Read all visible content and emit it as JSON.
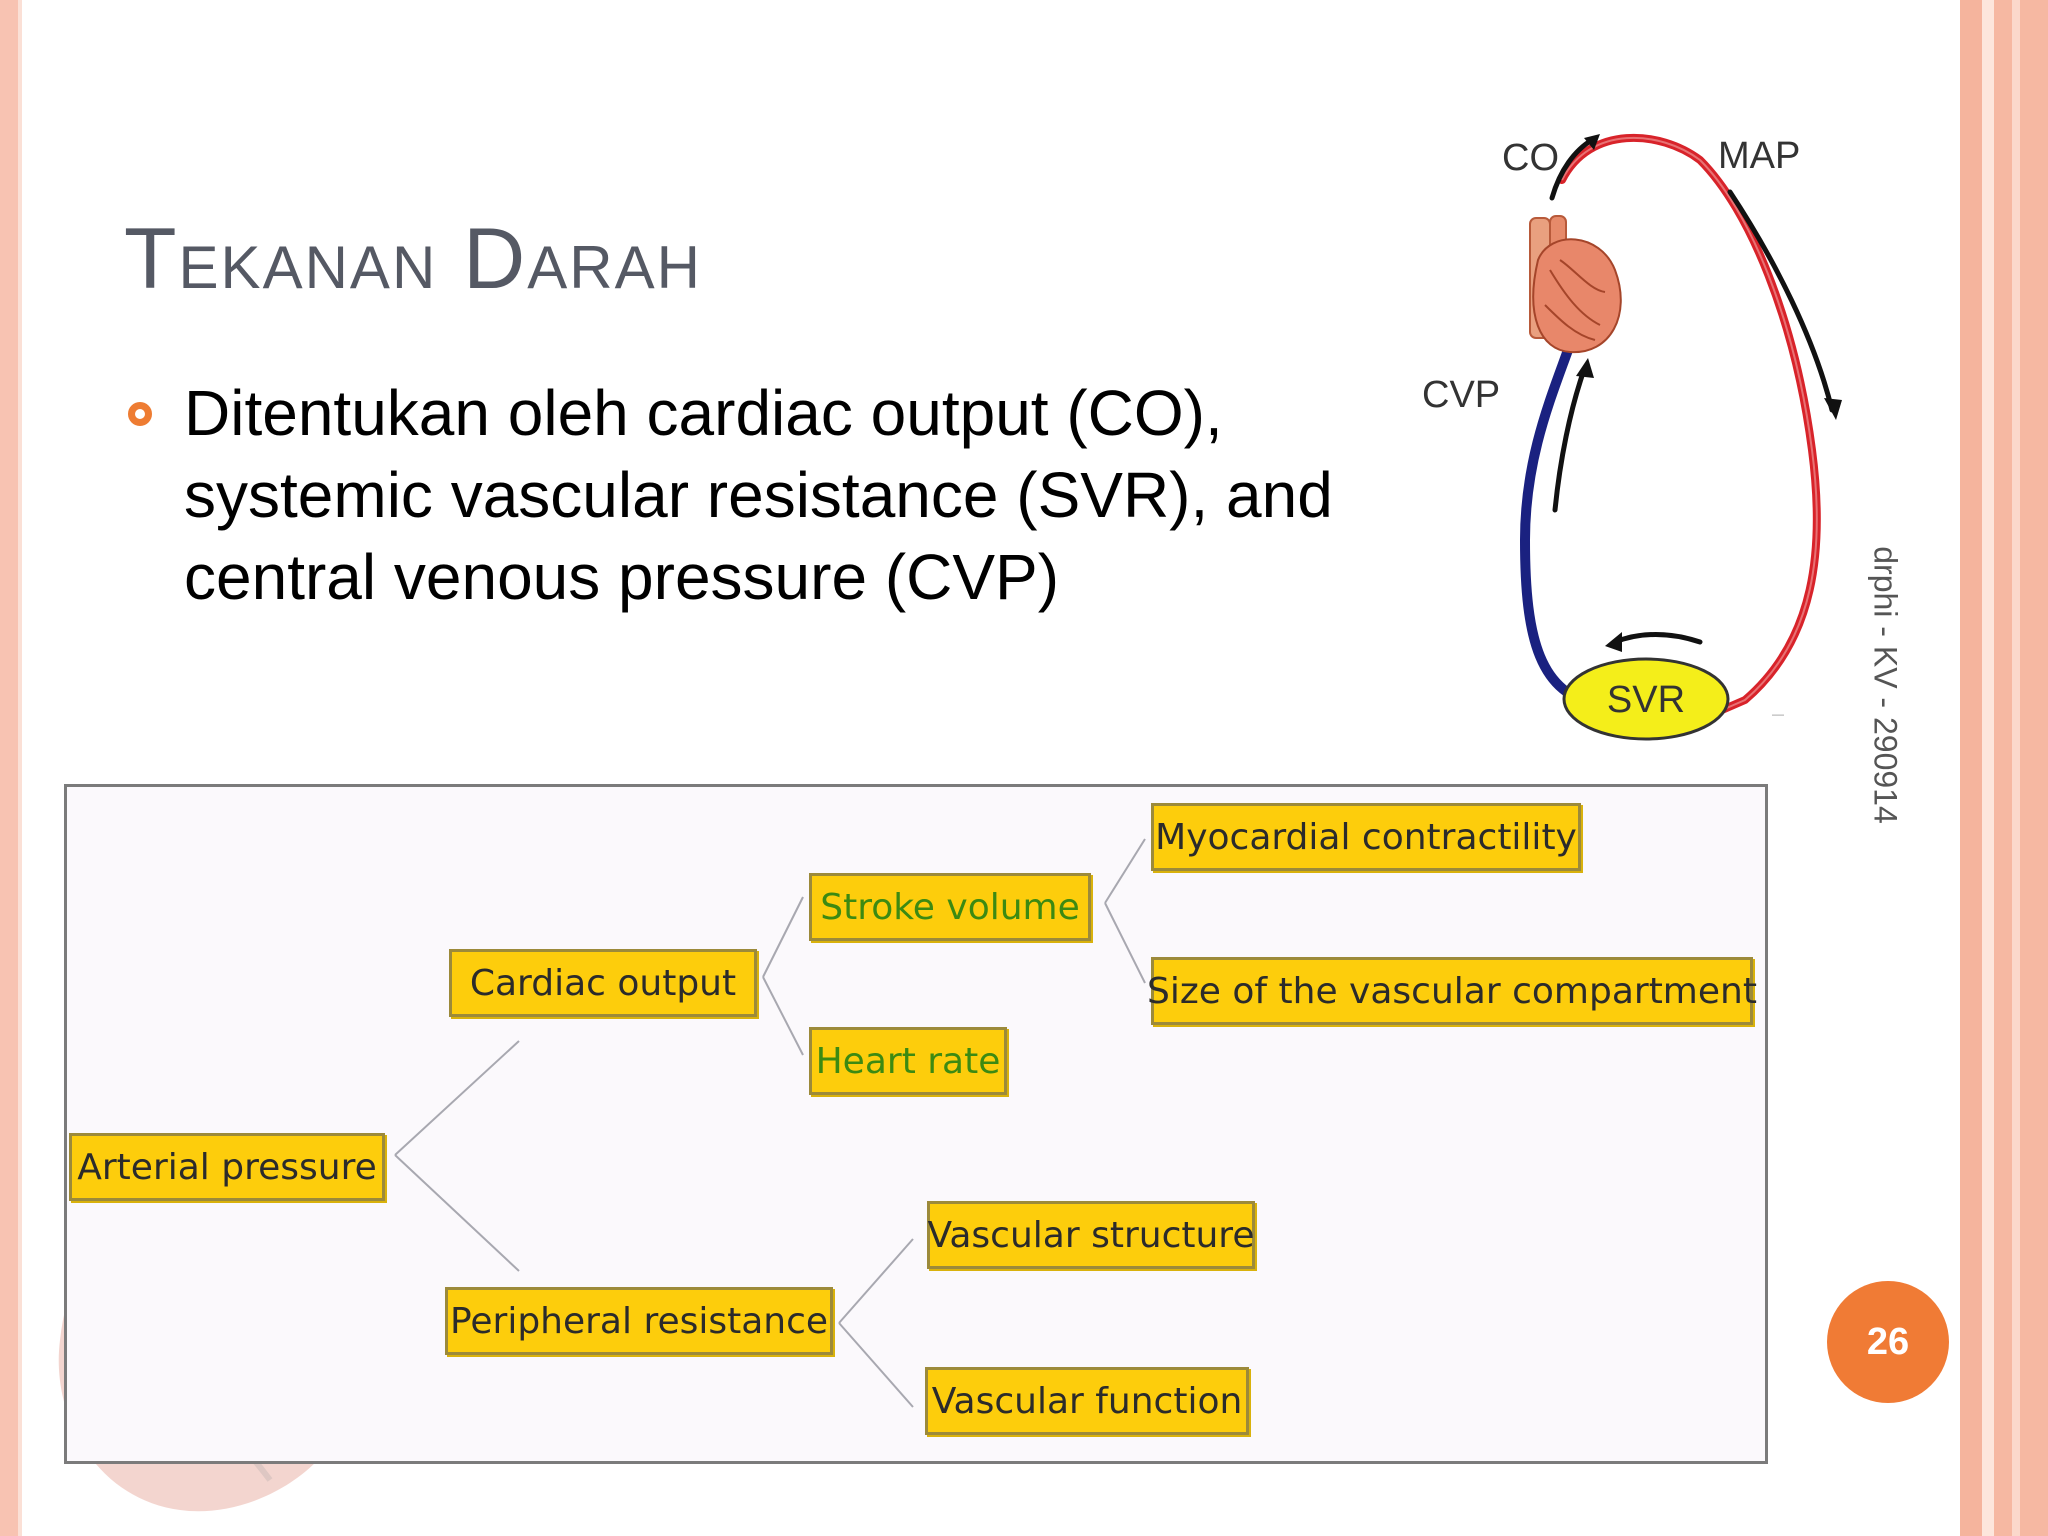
{
  "slide": {
    "title": "Tekanan Darah",
    "bullet": "Ditentukan oleh cardiac output (CO), systemic vascular resistance (SVR), and central venous pressure (CVP)",
    "side_caption": "drphi - KV - 290914",
    "page_number": "26"
  },
  "circulation_diagram": {
    "labels": {
      "co": "CO",
      "map": "MAP",
      "cvp": "CVP",
      "svr": "SVR"
    },
    "colors": {
      "arterial": "#d8232a",
      "venous": "#1a2180",
      "svr_fill": "#f4ee1a",
      "arrow": "#111111"
    }
  },
  "tree_diagram": {
    "root": "Arterial pressure",
    "cardiac_output": "Cardiac output",
    "stroke_volume": "Stroke volume",
    "heart_rate": "Heart rate",
    "myocardial_contractility": "Myocardial contractility",
    "vascular_compartment": "Size of the vascular compartment",
    "peripheral_resistance": "Peripheral resistance",
    "vascular_structure": "Vascular structure",
    "vascular_function": "Vascular function",
    "colors": {
      "box_fill": "#fdcd0c",
      "green_text": "#3c8a12"
    }
  }
}
